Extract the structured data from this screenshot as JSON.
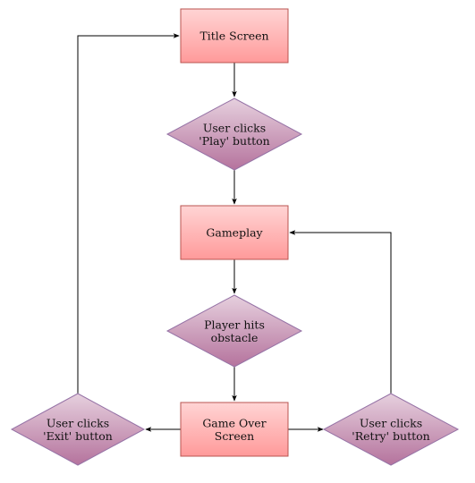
{
  "colors": {
    "process_fill_top": "#ffd4d4",
    "process_fill_bottom": "#ff9a9a",
    "process_stroke": "#b85450",
    "decision_fill_top": "#e6d0de",
    "decision_fill_bottom": "#b5739d",
    "decision_stroke": "#9673a6",
    "edge": "#000000"
  },
  "nodes": {
    "title_screen": {
      "kind": "process",
      "lines": [
        "Title Screen"
      ]
    },
    "play_decision": {
      "kind": "decision",
      "lines": [
        "User clicks",
        "'Play' button"
      ]
    },
    "gameplay": {
      "kind": "process",
      "lines": [
        "Gameplay"
      ]
    },
    "obstacle_decision": {
      "kind": "decision",
      "lines": [
        "Player hits",
        "obstacle"
      ]
    },
    "game_over": {
      "kind": "process",
      "lines": [
        "Game Over",
        "Screen"
      ]
    },
    "exit_decision": {
      "kind": "decision",
      "lines": [
        "User clicks",
        "'Exit' button"
      ]
    },
    "retry_decision": {
      "kind": "decision",
      "lines": [
        "User clicks",
        "'Retry' button"
      ]
    }
  },
  "edges": [
    {
      "from": "title_screen",
      "to": "play_decision"
    },
    {
      "from": "play_decision",
      "to": "gameplay"
    },
    {
      "from": "gameplay",
      "to": "obstacle_decision"
    },
    {
      "from": "obstacle_decision",
      "to": "game_over"
    },
    {
      "from": "game_over",
      "to": "exit_decision"
    },
    {
      "from": "game_over",
      "to": "retry_decision"
    },
    {
      "from": "exit_decision",
      "to": "title_screen"
    },
    {
      "from": "retry_decision",
      "to": "gameplay"
    }
  ]
}
